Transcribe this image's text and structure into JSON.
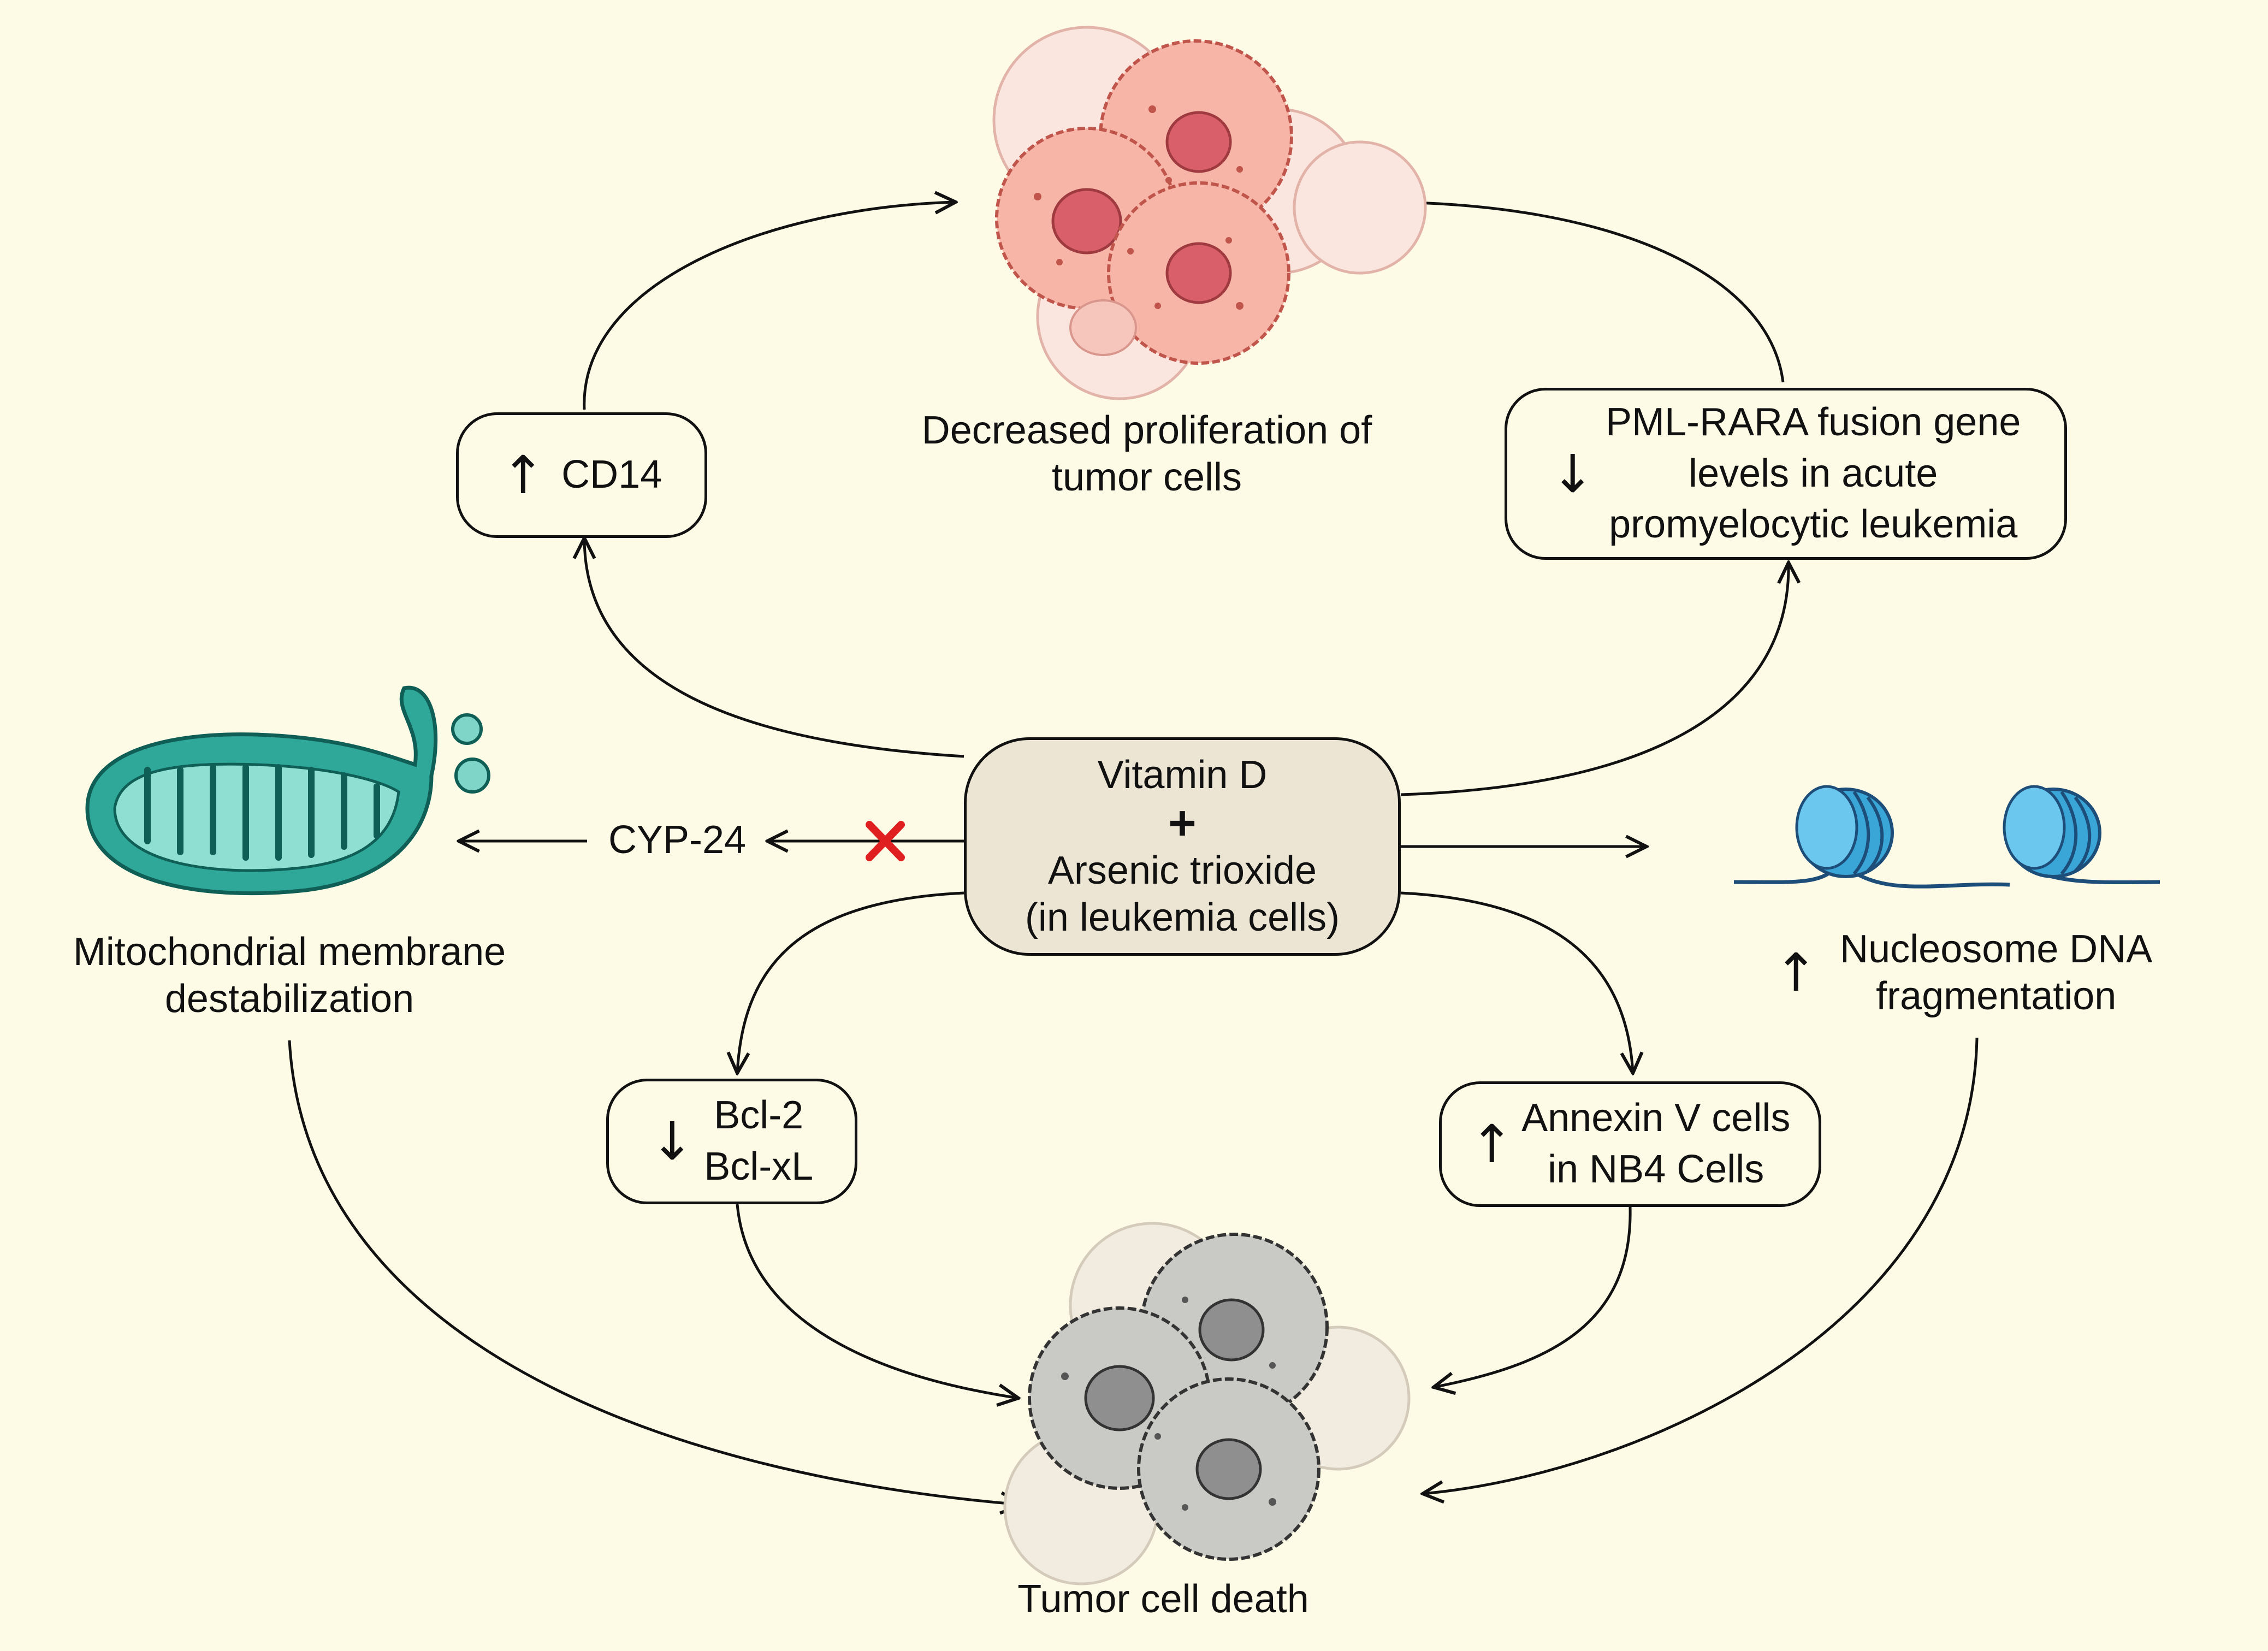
{
  "center": {
    "line1": "Vitamin D",
    "plus": "+",
    "line2": "Arsenic trioxide",
    "line3": "(in leukemia cells)"
  },
  "top_outcome": {
    "line1": "Decreased proliferation of",
    "line2": "tumor cells"
  },
  "bottom_outcome": {
    "label": "Tumor cell death"
  },
  "cd14": {
    "arrow": "↑",
    "label": "CD14"
  },
  "pml": {
    "arrow": "↓",
    "line1": "PML-RARA fusion gene",
    "line2": "levels in acute",
    "line3": "promyelocytic leukemia"
  },
  "cyp": {
    "label": "CYP-24",
    "blocked_mark": "✕"
  },
  "mito": {
    "line1": "Mitochondrial membrane",
    "line2": "destabilization"
  },
  "nucleosome": {
    "arrow": "↑",
    "line1": "Nucleosome DNA",
    "line2": "fragmentation"
  },
  "bcl": {
    "arrow": "↓",
    "line1": "Bcl-2",
    "line2": "Bcl-xL"
  },
  "annexin": {
    "arrow": "↑",
    "line1": "Annexin V cells",
    "line2": "in NB4 Cells"
  },
  "colors": {
    "background": "#fdfae6",
    "center_fill": "#ede5d3",
    "tumor_cells": "#e8897f",
    "dead_cells": "#8f8f8f",
    "mitochondrion": "#2fa89a",
    "nucleosome": "#3aa6d8",
    "block_mark": "#e02020"
  }
}
